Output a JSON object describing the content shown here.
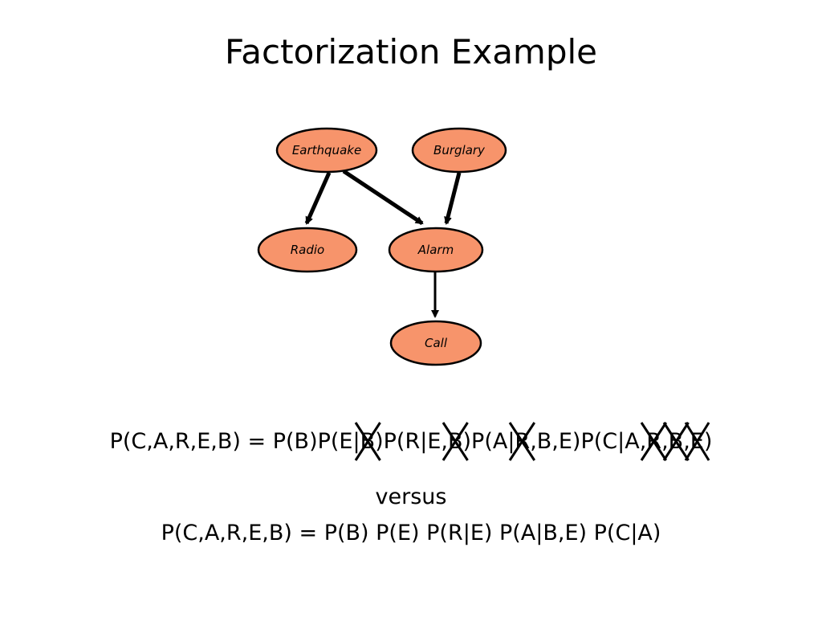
{
  "title": "Factorization Example",
  "diagram": {
    "nodes": [
      {
        "id": "earthquake",
        "label": "Earthquake"
      },
      {
        "id": "burglary",
        "label": "Burglary"
      },
      {
        "id": "radio",
        "label": "Radio"
      },
      {
        "id": "alarm",
        "label": "Alarm"
      },
      {
        "id": "call",
        "label": "Call"
      }
    ],
    "edges": [
      {
        "from": "earthquake",
        "to": "radio"
      },
      {
        "from": "earthquake",
        "to": "alarm"
      },
      {
        "from": "burglary",
        "to": "alarm"
      },
      {
        "from": "alarm",
        "to": "call"
      }
    ],
    "node_fill": "#f7946b",
    "node_stroke": "#000000"
  },
  "equation1": {
    "lhs": "P(C,A,R,E,B) = P(B)P(E|",
    "s1": "B",
    "t1": ")P(R|E,",
    "s2": "B",
    "t2": ")P(A|",
    "s3": "R",
    "t3": ",B,E)P(C|A,",
    "s4": "R",
    "t4": ",",
    "s5": "B",
    "t5": ",",
    "s6": "E",
    "t6": ")"
  },
  "versus": "versus",
  "equation2": "P(C,A,R,E,B) = P(B) P(E) P(R|E) P(A|B,E) P(C|A)"
}
